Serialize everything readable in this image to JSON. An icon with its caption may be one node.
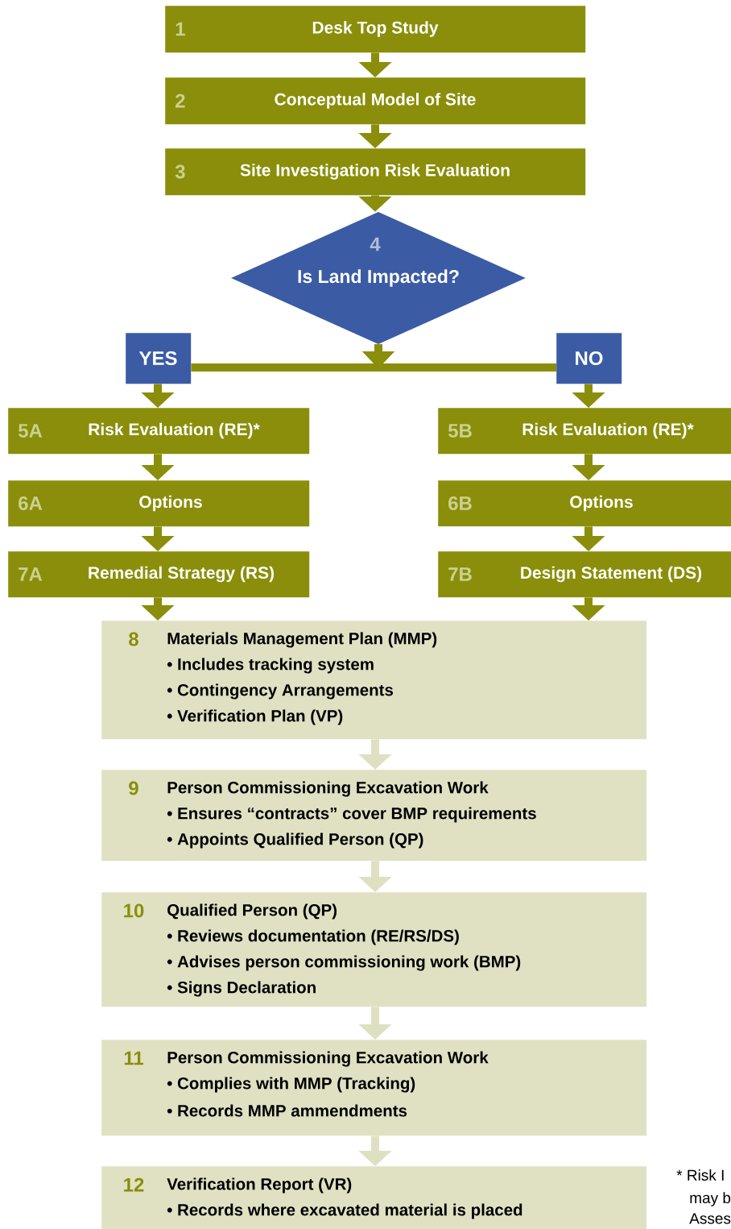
{
  "diagram": {
    "nodes": [
      {
        "text": [
          "1",
          "Desk Top Study"
        ]
      },
      {
        "text": [
          "2",
          "Conceptual Model of Site"
        ]
      },
      {
        "text": [
          "3",
          "Site Investigation Risk Evaluation"
        ]
      },
      {
        "text": [
          "4",
          "Is Land Impacted?"
        ]
      },
      {
        "text": [
          "YES"
        ]
      },
      {
        "text": [
          "NO"
        ]
      },
      {
        "text": [
          "5A",
          "Risk Evaluation (RE)*"
        ]
      },
      {
        "text": [
          "6A",
          "Options"
        ]
      },
      {
        "text": [
          "7A",
          "Remedial Strategy (RS)"
        ]
      },
      {
        "text": [
          "5B",
          "Risk Evaluation (RE)*"
        ]
      },
      {
        "text": [
          "6B",
          "Options"
        ]
      },
      {
        "text": [
          "7B",
          "Design Statement (DS)"
        ]
      },
      {
        "text": [
          "8",
          "Materials Management Plan (MMP)",
          "• Includes tracking system",
          "• Contingency Arrangements",
          "• Verification Plan (VP)"
        ]
      },
      {
        "text": [
          "9",
          "Person Commissioning Excavation Work",
          "• Ensures “contracts” cover BMP requirements",
          "• Appoints Qualified Person (QP)"
        ]
      },
      {
        "text": [
          "10",
          "Qualified Person (QP)",
          "• Reviews documentation (RE/RS/DS)",
          "• Advises person commissioning work (BMP)",
          "• Signs Declaration"
        ]
      },
      {
        "text": [
          "11",
          "Person Commissioning Excavation Work",
          "• Complies with MMP (Tracking)",
          "• Records MMP ammendments"
        ]
      },
      {
        "text": [
          "12",
          "Verification Report (VR)",
          "• Records where excavated material is placed"
        ]
      }
    ],
    "edges": [
      {
        "from": 0,
        "to": 1,
        "arrow": "to"
      },
      {
        "from": 1,
        "to": 2,
        "arrow": "to"
      },
      {
        "from": 2,
        "to": 3,
        "arrow": "to"
      },
      {
        "from": 3,
        "to": 4,
        "arrow": "to"
      },
      {
        "from": 3,
        "to": 5,
        "arrow": "to"
      },
      {
        "from": 4,
        "to": 6,
        "arrow": "to"
      },
      {
        "from": 6,
        "to": 7,
        "arrow": "to"
      },
      {
        "from": 7,
        "to": 8,
        "arrow": "to"
      },
      {
        "from": 5,
        "to": 9,
        "arrow": "to"
      },
      {
        "from": 9,
        "to": 10,
        "arrow": "to"
      },
      {
        "from": 10,
        "to": 11,
        "arrow": "to"
      },
      {
        "from": 8,
        "to": 12,
        "arrow": "to"
      },
      {
        "from": 11,
        "to": 12,
        "arrow": "to"
      },
      {
        "from": 12,
        "to": 13,
        "arrow": "to",
        "color": "#dfe0c2"
      },
      {
        "from": 13,
        "to": 14,
        "arrow": "to",
        "color": "#dfe0c2"
      },
      {
        "from": 14,
        "to": 15,
        "arrow": "to",
        "color": "#dfe0c2"
      },
      {
        "from": 15,
        "to": 16,
        "arrow": "to",
        "color": "#dfe0c2"
      }
    ],
    "labels": [
      "* Risk I",
      "may b",
      "Asses"
    ]
  }
}
